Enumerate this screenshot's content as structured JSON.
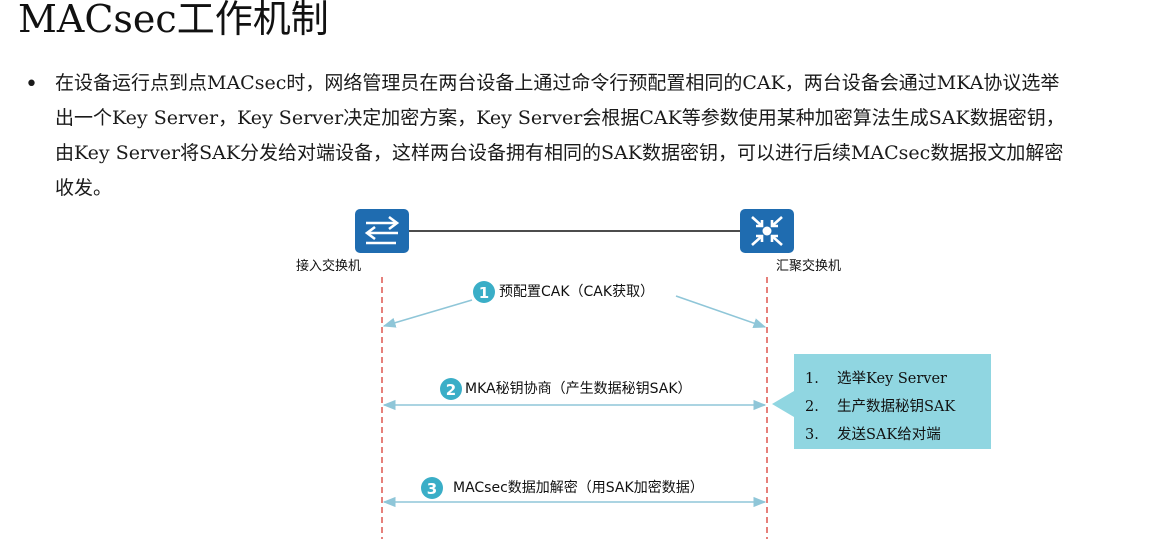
{
  "title": "MACsec工作机制",
  "bullet": {
    "lines": [
      "在设备运行点到点MACsec时，网络管理员在两台设备上通过命令行预配置相同的CAK，两台设备会通过MKA协议选举",
      "出一个Key Server，Key Server决定加密方案，Key Server会根据CAK等参数使用某种加密算法生成SAK数据密钥，",
      "由Key Server将SAK分发给对端设备，这样两台设备拥有相同的SAK数据密钥，可以进行后续MACsec数据报文加解密",
      "收发。"
    ]
  },
  "diagram": {
    "left_device": {
      "label": "接入交换机",
      "icon": "access-switch-icon"
    },
    "right_device": {
      "label": "汇聚交换机",
      "icon": "aggregation-switch-icon"
    },
    "steps": [
      {
        "number": "1",
        "label": "预配置CAK（CAK获取）"
      },
      {
        "number": "2",
        "label": "MKA秘钥协商（产生数据秘钥SAK）"
      },
      {
        "number": "3",
        "label": "MACsec数据加解密（用SAK加密数据）"
      }
    ],
    "callout": {
      "items": [
        {
          "num": "1.",
          "text": "选举Key Server"
        },
        {
          "num": "2.",
          "text": "生产数据秘钥SAK"
        },
        {
          "num": "3.",
          "text": "发送SAK给对端"
        }
      ]
    }
  },
  "colors": {
    "device_blue": "#1f6cb0",
    "step_teal": "#3aaec7",
    "callout_fill": "#90d6e1",
    "arrow": "#8fc6d8",
    "dashed_line": "#e0605a"
  }
}
